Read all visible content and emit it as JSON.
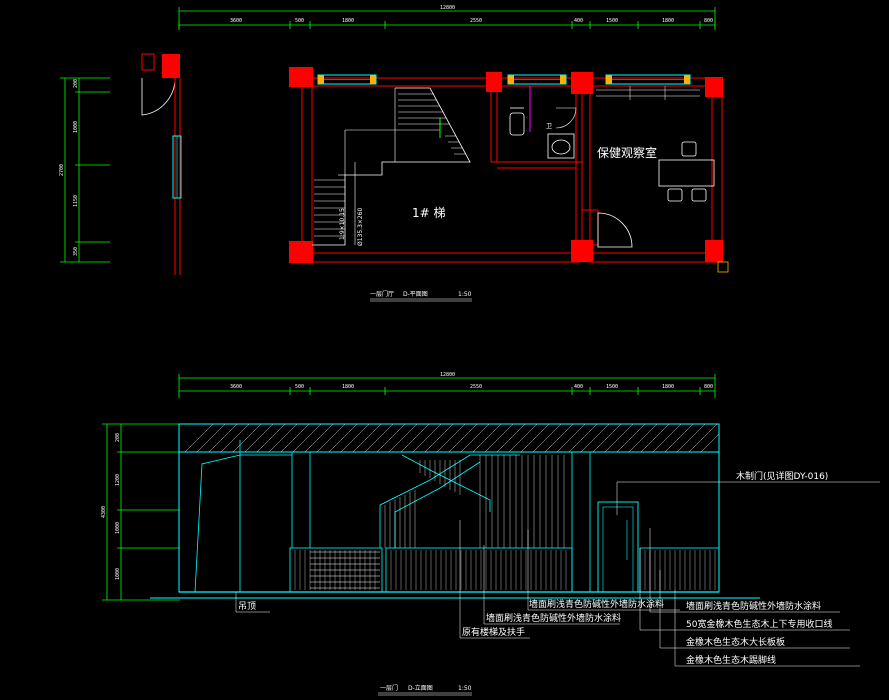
{
  "plan": {
    "overall_dim": "12800",
    "top_dims": [
      "3600",
      "500",
      "1800",
      "2550",
      "400",
      "1500",
      "1800",
      "800"
    ],
    "left_dims": [
      "200",
      "1000",
      "1150",
      "350"
    ],
    "left_total": "2700",
    "stair_note_1": "1:9×10.15",
    "stair_note_2": "Ø135.3×260",
    "stair_label": "1# 梯",
    "room_label": "保健观察室",
    "caption_title": "一层门厅",
    "caption_sub": "D-平面图",
    "caption_scale": "1:50"
  },
  "elevation": {
    "overall_dim": "12800",
    "top_dims": [
      "3600",
      "500",
      "1800",
      "2550",
      "400",
      "1500",
      "1800",
      "800"
    ],
    "left_dims": [
      "200",
      "1200",
      "1000",
      "1000"
    ],
    "left_total": "4300",
    "callout_door": "木制门(见详图DY-016)",
    "callout_ceiling": "吊顶",
    "callouts": [
      "墙面刷浅青色防碱性外墙防水涂料",
      "墙面刷浅青色防碱性外墙防水涂料",
      "墙面刷浅青色防碱性外墙防水涂料",
      "50宽金橡木色生态木上下专用收口线",
      "金橡木色生态木大长板板",
      "金橡木色生态木踢脚线",
      "原有楼梯及扶手"
    ],
    "caption_title": "一层门",
    "caption_sub": "D-立面图",
    "caption_scale": "1:50"
  },
  "colors": {
    "wall_red": "#ff0000",
    "column_red": "#ff0000",
    "dim_green": "#00ff00",
    "cyan": "#00ffff",
    "white": "#ffffff",
    "magenta": "#ff00ff",
    "orange": "#ffb000",
    "yellow": "#ffff00"
  }
}
